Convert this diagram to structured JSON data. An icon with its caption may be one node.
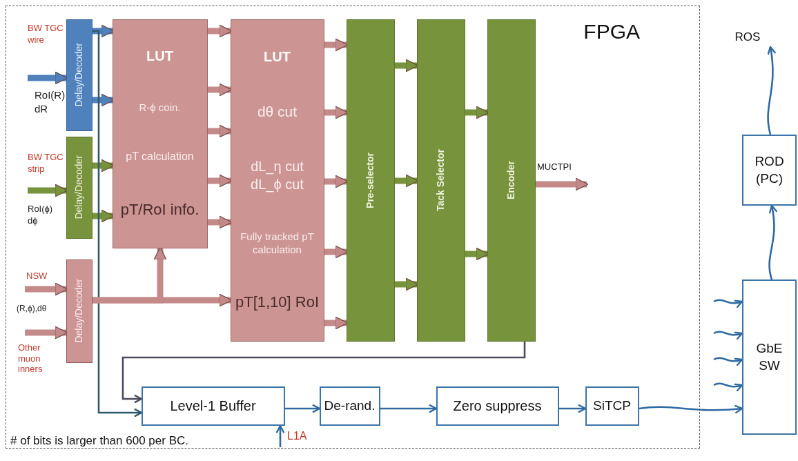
{
  "diagram": {
    "nodes": [
      {
        "text": [
          "FPGA"
        ]
      },
      {
        "text": [
          "Delay/Decoder"
        ],
        "in": 0
      },
      {
        "text": [
          "Delay/Decoder"
        ],
        "in": 0
      },
      {
        "text": [
          "Delay/Decoder"
        ],
        "in": 0
      },
      {
        "text": [
          "LUT",
          "R-ϕ coin.",
          "pT calculation",
          "pT/RoI info."
        ],
        "in": 0
      },
      {
        "text": [
          "LUT",
          "dθ cut",
          "dL_η cut dL_ϕ cut",
          "Fully tracked pT calculation",
          "pT[1,10] RoI"
        ],
        "in": 0
      },
      {
        "text": [
          "Pre-selector"
        ],
        "in": 0
      },
      {
        "text": [
          "Tack Selector"
        ],
        "in": 0
      },
      {
        "text": [
          "Encoder"
        ],
        "in": 0
      },
      {
        "text": [
          "Level-1 Buffer"
        ],
        "in": 0
      },
      {
        "text": [
          "De-rand."
        ],
        "in": 0
      },
      {
        "text": [
          "Zero suppress"
        ],
        "in": 0
      },
      {
        "text": [
          "SiTCP"
        ],
        "in": 0
      },
      {
        "text": [
          "ROD (PC)"
        ]
      },
      {
        "text": [
          "GbE SW"
        ]
      },
      {
        "text": [
          "ROS"
        ]
      }
    ],
    "edges": [
      {
        "from": null,
        "to": 1,
        "arrow": "to",
        "color": "#4f81bd"
      },
      {
        "from": 1,
        "to": 4,
        "arrow": "to",
        "color": "#4f81bd"
      },
      {
        "from": 1,
        "to": 4,
        "arrow": "to",
        "color": "#4f81bd"
      },
      {
        "from": null,
        "to": 2,
        "arrow": "to",
        "color": "#77933c"
      },
      {
        "from": 2,
        "to": 4,
        "arrow": "to",
        "color": "#77933c"
      },
      {
        "from": 2,
        "to": 4,
        "arrow": "to",
        "color": "#77933c"
      },
      {
        "from": null,
        "to": 3,
        "arrow": "to",
        "color": "#c48a8a"
      },
      {
        "from": null,
        "to": 3,
        "arrow": "to",
        "color": "#c48a8a"
      },
      {
        "from": 1,
        "to": 9,
        "arrow": "to",
        "color": "#2f5a6b"
      },
      {
        "from": 4,
        "to": 5,
        "arrow": "to",
        "color": "#c48a8a"
      },
      {
        "from": 4,
        "to": 5,
        "arrow": "to",
        "color": "#c48a8a"
      },
      {
        "from": 4,
        "to": 5,
        "arrow": "to",
        "color": "#c48a8a"
      },
      {
        "from": 4,
        "to": 5,
        "arrow": "to",
        "color": "#c48a8a"
      },
      {
        "from": 4,
        "to": 5,
        "arrow": "to",
        "color": "#c48a8a"
      },
      {
        "from": 3,
        "to": 5,
        "arrow": "to",
        "color": "#c48a8a"
      },
      {
        "from": 3,
        "to": 4,
        "arrow": "to",
        "color": "#c48a8a"
      },
      {
        "from": 5,
        "to": 6,
        "arrow": "to",
        "color": "#c48a8a"
      },
      {
        "from": 5,
        "to": 6,
        "arrow": "to",
        "color": "#c48a8a"
      },
      {
        "from": 5,
        "to": 6,
        "arrow": "to",
        "color": "#c48a8a"
      },
      {
        "from": 5,
        "to": 6,
        "arrow": "to",
        "color": "#c48a8a"
      },
      {
        "from": 5,
        "to": 6,
        "arrow": "to",
        "color": "#c48a8a"
      },
      {
        "from": 6,
        "to": 7,
        "arrow": "to",
        "color": "#77933c"
      },
      {
        "from": 6,
        "to": 7,
        "arrow": "to",
        "color": "#77933c"
      },
      {
        "from": 6,
        "to": 7,
        "arrow": "to",
        "color": "#77933c"
      },
      {
        "from": 7,
        "to": 8,
        "arrow": "to",
        "color": "#77933c"
      },
      {
        "from": 7,
        "to": 8,
        "arrow": "to",
        "color": "#77933c"
      },
      {
        "from": 8,
        "to": null,
        "arrow": "to",
        "color": "#c48a8a",
        "label": "MUCTPI"
      },
      {
        "from": 8,
        "to": 9,
        "arrow": "to",
        "color": "#4b4b5e"
      },
      {
        "from": 9,
        "to": 10,
        "arrow": "to",
        "color": "#2e6aa1"
      },
      {
        "from": 10,
        "to": 11,
        "arrow": "to",
        "color": "#2e6aa1"
      },
      {
        "from": 11,
        "to": 12,
        "arrow": "to",
        "color": "#2e6aa1"
      },
      {
        "from": 12,
        "to": 14,
        "arrow": "to",
        "color": "#2e6aa1"
      },
      {
        "from": null,
        "to": 14,
        "arrow": "to",
        "color": "#2e6aa1"
      },
      {
        "from": null,
        "to": 14,
        "arrow": "to",
        "color": "#2e6aa1"
      },
      {
        "from": null,
        "to": 14,
        "arrow": "to",
        "color": "#2e6aa1"
      },
      {
        "from": null,
        "to": 14,
        "arrow": "to",
        "color": "#2e6aa1"
      },
      {
        "from": 14,
        "to": 13,
        "arrow": "to",
        "color": "#2e6aa1"
      },
      {
        "from": 13,
        "to": 15,
        "arrow": "to",
        "color": "#2e6aa1"
      },
      {
        "from": null,
        "to": 9,
        "arrow": "to",
        "label": "L1A",
        "color": "#2e6aa1"
      }
    ],
    "labels": [
      "BW TGC wire",
      "RoI(R) dR",
      "BW TGC strip",
      "RoI(ϕ) dϕ",
      "NSW",
      "(R,ϕ),dθ",
      "Other muon inners",
      "# of bits is larger than 600 per BC."
    ]
  }
}
